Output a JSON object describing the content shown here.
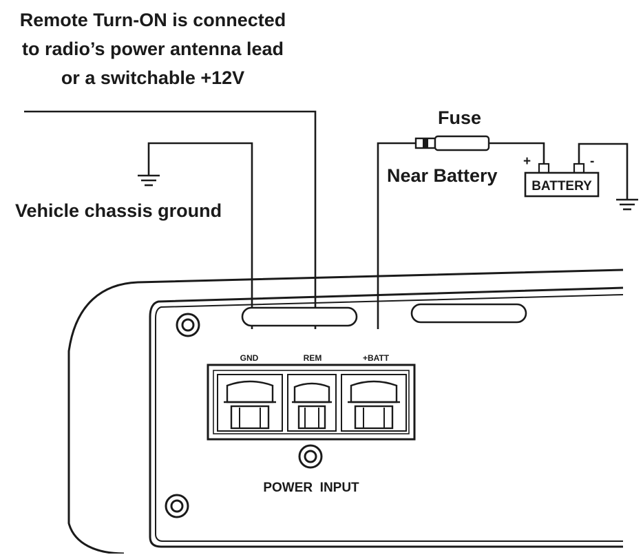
{
  "labels": {
    "remote_line1": "Remote Turn-ON is connected",
    "remote_line2": "to radio’s power antenna lead",
    "remote_line3": "or a switchable +12V",
    "fuse": "Fuse",
    "near_battery": "Near Battery",
    "battery": "BATTERY",
    "battery_plus": "+",
    "battery_minus": "-",
    "chassis_ground": "Vehicle chassis ground",
    "terminal_gnd": "GND",
    "terminal_rem": "REM",
    "terminal_batt": "+BATT",
    "power_input": "POWER  INPUT"
  }
}
